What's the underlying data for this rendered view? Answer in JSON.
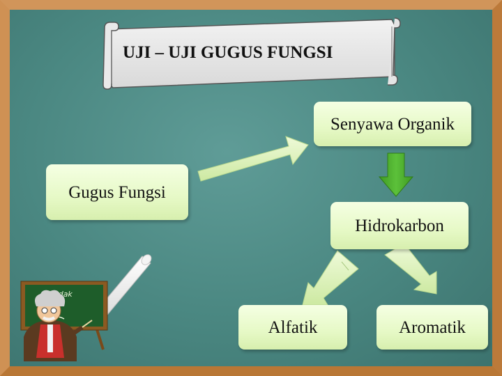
{
  "title": "UJI – UJI GUGUS FUNGSI",
  "nodes": {
    "senyawa_organik": "Senyawa Organik",
    "gugus_fungsi": "Gugus Fungsi",
    "hidrokarbon": "Hidrokarbon",
    "alfatik": "Alfatik",
    "aromatik": "Aromatik"
  },
  "chalkboard_scribble": "Cindak",
  "colors": {
    "board_green": "#4a8781",
    "frame_wood": "#c68443",
    "node_fill": "#e6f9c6",
    "arrow_fill": "#d8f0b0",
    "down_arrow": "#4cab2e"
  },
  "decorations": {
    "title_banner": "scroll-banner",
    "chalk": "chalk-stick",
    "teacher": "teacher-clipart"
  }
}
